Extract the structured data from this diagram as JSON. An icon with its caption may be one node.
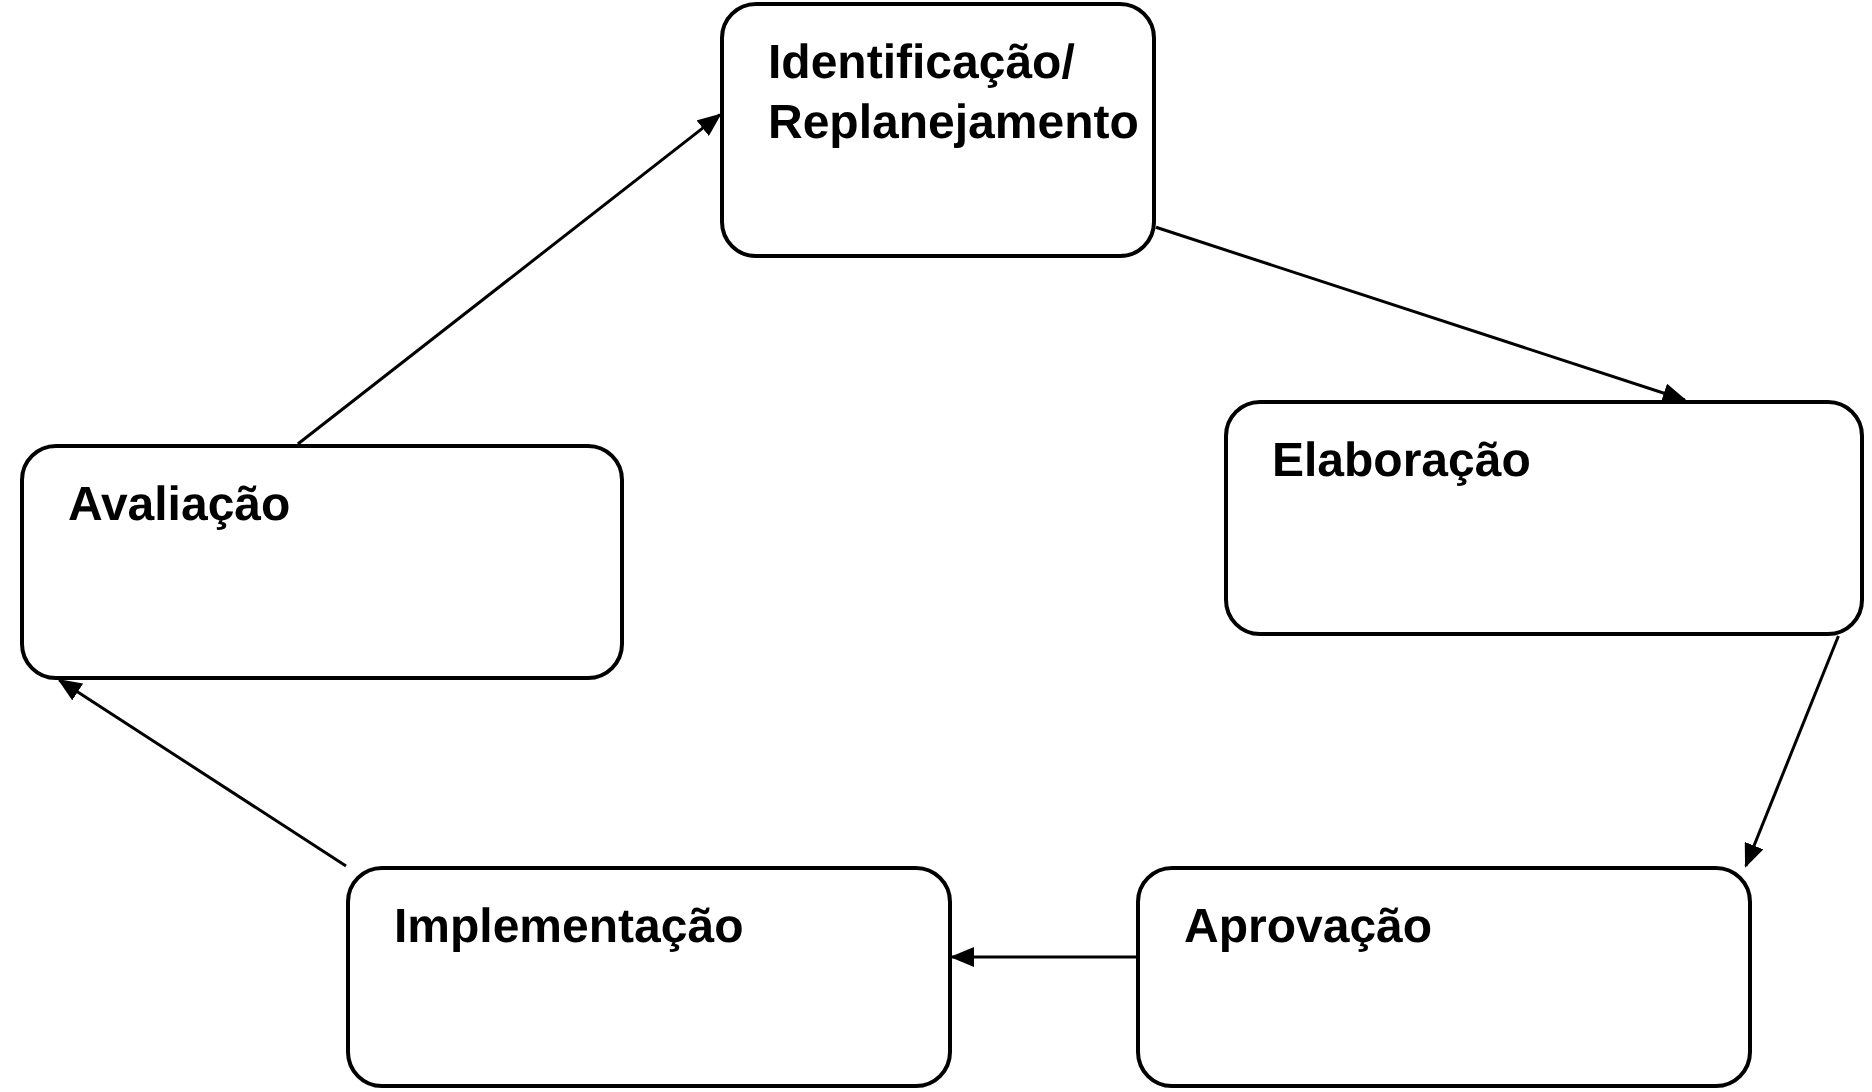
{
  "diagram": {
    "nodes": [
      {
        "text": [
          "Identificação/ Replanejamento"
        ]
      },
      {
        "text": [
          "Elaboração"
        ]
      },
      {
        "text": [
          "Aprovação"
        ]
      },
      {
        "text": [
          "Implementação"
        ]
      },
      {
        "text": [
          "Avaliação"
        ]
      }
    ],
    "edges": [
      {
        "from": 0,
        "to": 1,
        "arrow": "to"
      },
      {
        "from": 1,
        "to": 2,
        "arrow": "to"
      },
      {
        "from": 2,
        "to": 3,
        "arrow": "to"
      },
      {
        "from": 3,
        "to": 4,
        "arrow": "to"
      },
      {
        "from": 4,
        "to": 0,
        "arrow": "to"
      }
    ]
  }
}
